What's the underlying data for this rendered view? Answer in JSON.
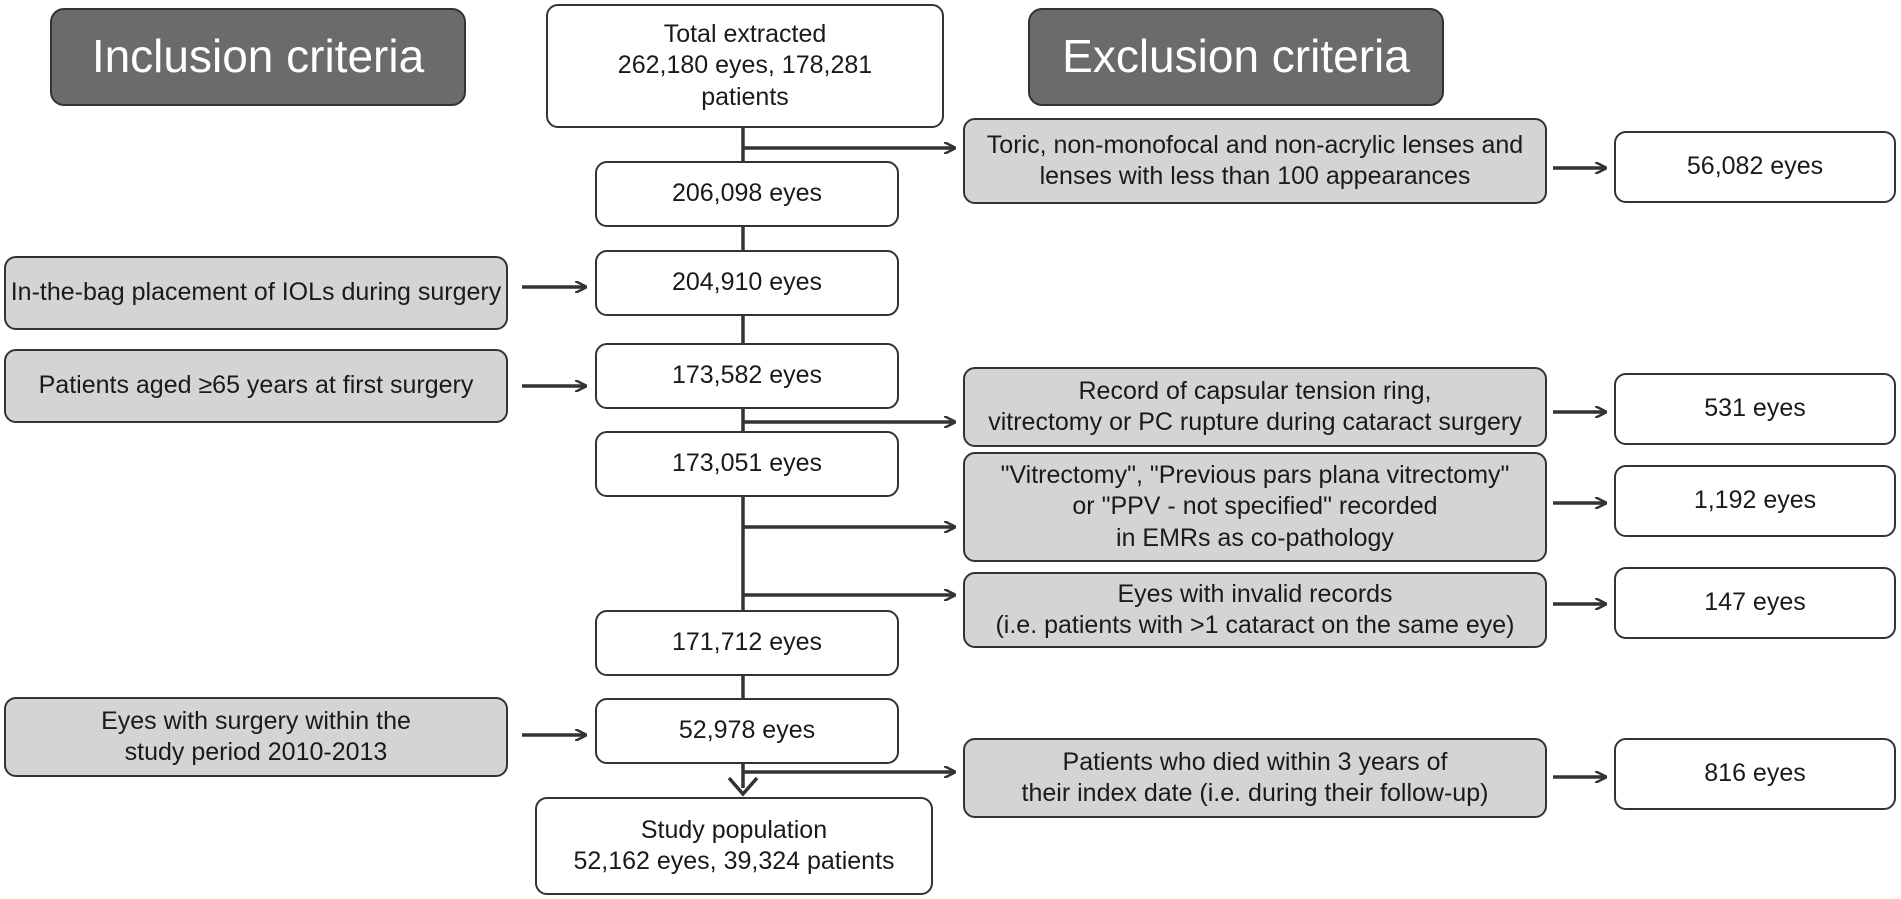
{
  "headers": {
    "inclusion": "Inclusion criteria",
    "exclusion": "Exclusion criteria"
  },
  "main": {
    "total": "Total extracted\n262,180 eyes, 178,281\npatients",
    "s1": "206,098 eyes",
    "s2": "204,910 eyes",
    "s3": "173,582 eyes",
    "s4": "173,051 eyes",
    "s5": "171,712 eyes",
    "s6": "52,978 eyes",
    "final": "Study population\n52,162 eyes, 39,324 patients"
  },
  "inclusion": {
    "i1": "In-the-bag placement of IOLs during surgery",
    "i2": "Patients aged ≥65 years at first surgery",
    "i3": "Eyes with surgery within the\nstudy period 2010-2013"
  },
  "exclusion": {
    "e1": "Toric, non-monofocal and non-acrylic lenses and\nlenses with less than 100 appearances",
    "e2": "Record of capsular tension ring,\nvitrectomy or PC rupture during cataract surgery",
    "e3": "\"Vitrectomy\", \"Previous pars plana vitrectomy\"\nor \"PPV - not specified\" recorded\nin EMRs as co-pathology",
    "e4": "Eyes with invalid records\n(i.e. patients with >1 cataract on the same eye)",
    "e5": "Patients who died within 3 years of\ntheir index date (i.e. during their follow-up)"
  },
  "counts": {
    "c1": "56,082 eyes",
    "c2": "531 eyes",
    "c3": "1,192 eyes",
    "c4": "147 eyes",
    "c5": "816 eyes"
  },
  "colors": {
    "header_fill": "#6b6b6b",
    "criteria_fill": "#d4d4d4",
    "line": "#333333"
  }
}
